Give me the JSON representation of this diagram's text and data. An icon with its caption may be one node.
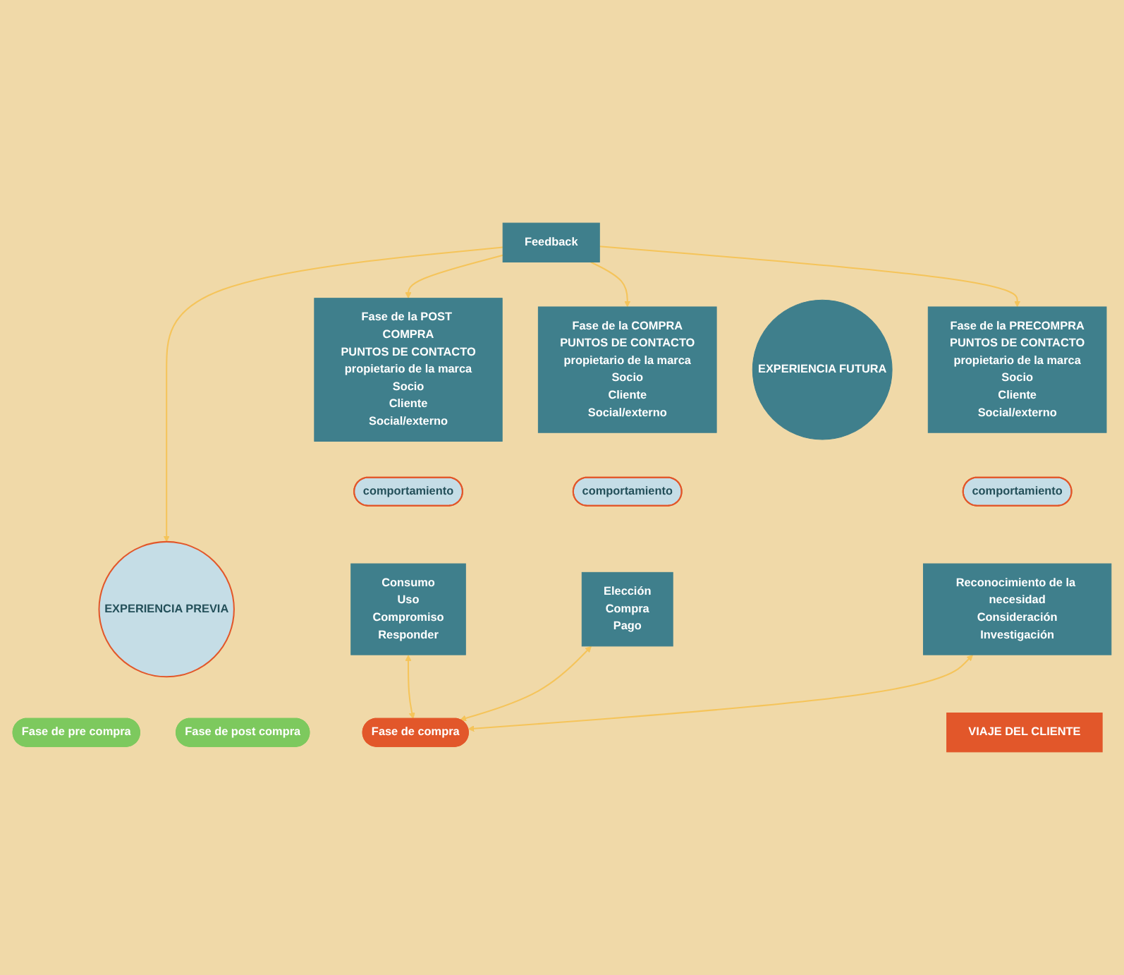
{
  "diagram": {
    "nodes": [
      {
        "text": [
          "Feedback"
        ]
      },
      {
        "text": [
          "EXPERIENCIA PREVIA"
        ]
      },
      {
        "text": [
          "Fase de pre compra"
        ]
      },
      {
        "text": [
          "Fase de compra"
        ]
      },
      {
        "text": [
          "Fase de post compra"
        ]
      },
      {
        "text": [
          "Fase de la PRECOMPRA",
          "PUNTOS DE CONTACTO",
          "propietario de la marca",
          "Socio",
          "Cliente",
          "Social/externo"
        ]
      },
      {
        "text": [
          "comportamiento"
        ]
      },
      {
        "text": [
          "Reconocimiento de la necesidad",
          "Consideración",
          "Investigación"
        ]
      },
      {
        "text": [
          "Fase de la COMPRA",
          "PUNTOS DE CONTACTO",
          "propietario de la marca",
          "Socio",
          "Cliente",
          "Social/externo"
        ]
      },
      {
        "text": [
          "comportamiento"
        ]
      },
      {
        "text": [
          "Elección",
          "Compra",
          "Pago"
        ]
      },
      {
        "text": [
          "Fase de la POST COMPRA",
          "PUNTOS DE CONTACTO",
          "propietario de la marca",
          "Socio",
          "Cliente",
          "Social/externo"
        ]
      },
      {
        "text": [
          "comportamiento"
        ]
      },
      {
        "text": [
          "Consumo",
          "Uso",
          "Compromiso",
          "Responder"
        ]
      },
      {
        "text": [
          "EXPERIENCIA FUTURA"
        ]
      },
      {
        "text": [
          "VIAJE DEL CLIENTE"
        ]
      }
    ],
    "edges": [
      {
        "from": 0,
        "to": 1,
        "arrow": "to"
      },
      {
        "from": 0,
        "to": 5,
        "arrow": "to"
      },
      {
        "from": 0,
        "to": 8,
        "arrow": "to"
      },
      {
        "from": 0,
        "to": 11,
        "arrow": "to"
      },
      {
        "from": 7,
        "to": 3,
        "arrow": "both"
      },
      {
        "from": 10,
        "to": 3,
        "arrow": "both"
      },
      {
        "from": 13,
        "to": 3,
        "arrow": "both"
      }
    ]
  }
}
